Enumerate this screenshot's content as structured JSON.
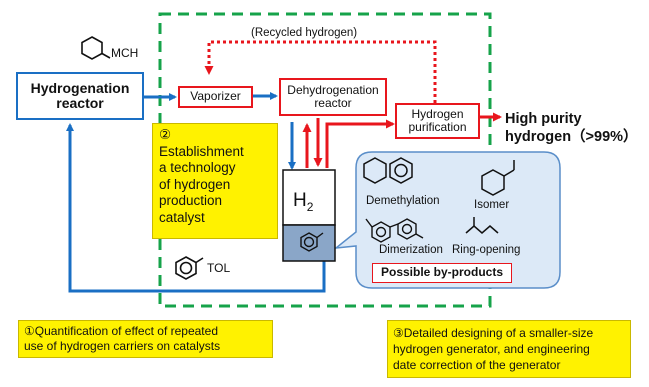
{
  "labels": {
    "mch": "MCH",
    "recycled_hydrogen": "(Recycled hydrogen)",
    "tol": "TOL",
    "h2": "H",
    "h2_sub": "2"
  },
  "nodes": {
    "hydrogenation_reactor": [
      "Hydrogenation",
      "reactor"
    ],
    "vaporizer": "Vaporizer",
    "dehydrogenation_reactor": [
      "Dehydrogenation",
      "reactor"
    ],
    "hydrogen_purification": [
      "Hydrogen",
      "purification"
    ],
    "high_purity_output": [
      "High purity",
      "hydrogen（>99%）"
    ]
  },
  "byproducts": {
    "demethylation": "Demethylation",
    "isomer": "Isomer",
    "dimerization": "Dimerization",
    "ring_opening": "Ring-opening",
    "title": "Possible by-products"
  },
  "notes": {
    "note1": [
      "①Quantification of effect of repeated",
      "use of hydrogen carriers on catalysts"
    ],
    "note2": [
      "②",
      "Establishment",
      "a technology",
      "of hydrogen",
      "production",
      "catalyst"
    ],
    "note3": [
      "③Detailed designing of a smaller-size",
      "hydrogen generator, and engineering",
      "date correction of the generator"
    ]
  },
  "colors": {
    "blue_arrow": "#1a6fc4",
    "red_arrow": "#e8161d",
    "dashed_boundary": "#16a34a",
    "note_fill": "#fff200",
    "bubble_fill": "#dce9f7"
  }
}
